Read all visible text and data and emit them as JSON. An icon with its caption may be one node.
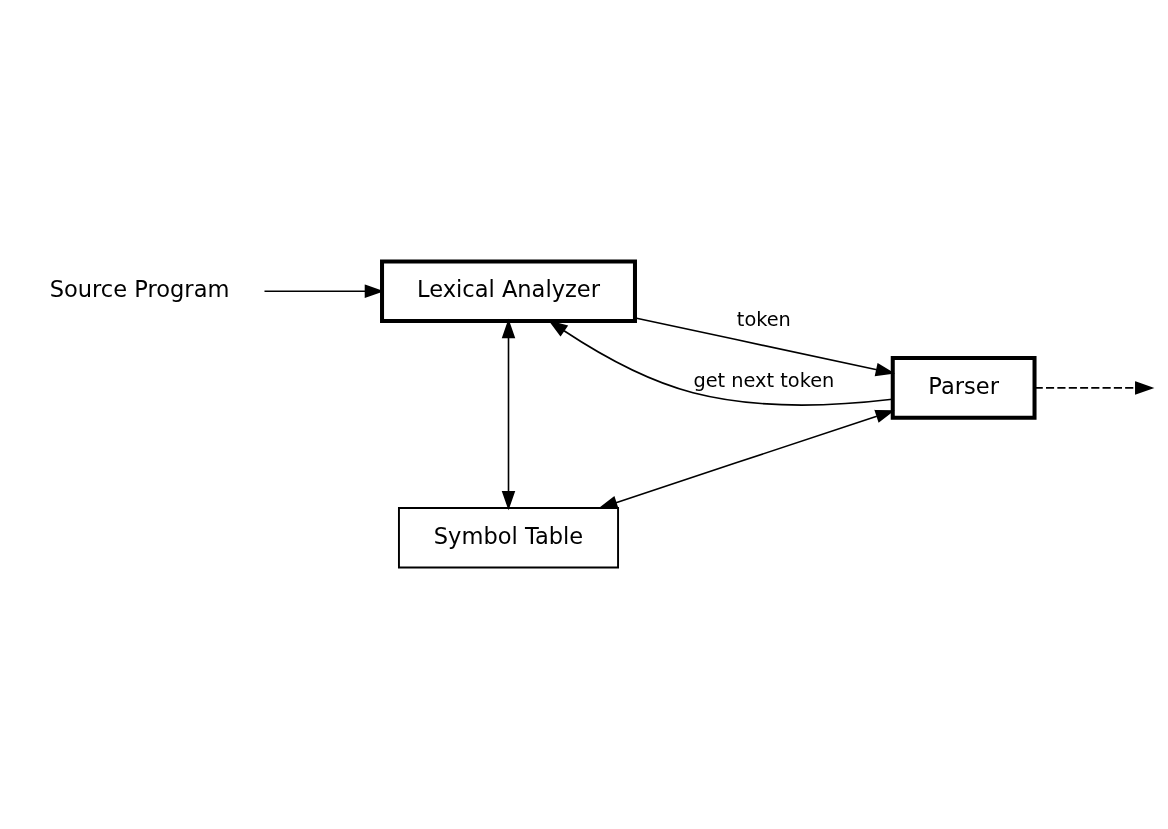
{
  "diagram": {
    "nodes": [
      {
        "text": [
          "Source Program"
        ]
      },
      {
        "text": [
          "Lexical Analyzer"
        ]
      },
      {
        "text": [
          "Parser"
        ]
      },
      {
        "text": [
          "Symbol Table"
        ]
      }
    ],
    "edges": [
      {
        "from": 0,
        "to": 1,
        "arrow": "to"
      },
      {
        "from": 1,
        "to": 2,
        "arrow": "to",
        "label": "token"
      },
      {
        "from": 2,
        "to": 1,
        "arrow": "to",
        "label": "get next token"
      },
      {
        "from": 2,
        "to": null,
        "arrow": "to",
        "style": "dashed"
      },
      {
        "from": 1,
        "to": 3,
        "arrow": "both"
      },
      {
        "from": 2,
        "to": 3,
        "arrow": "both"
      }
    ]
  }
}
